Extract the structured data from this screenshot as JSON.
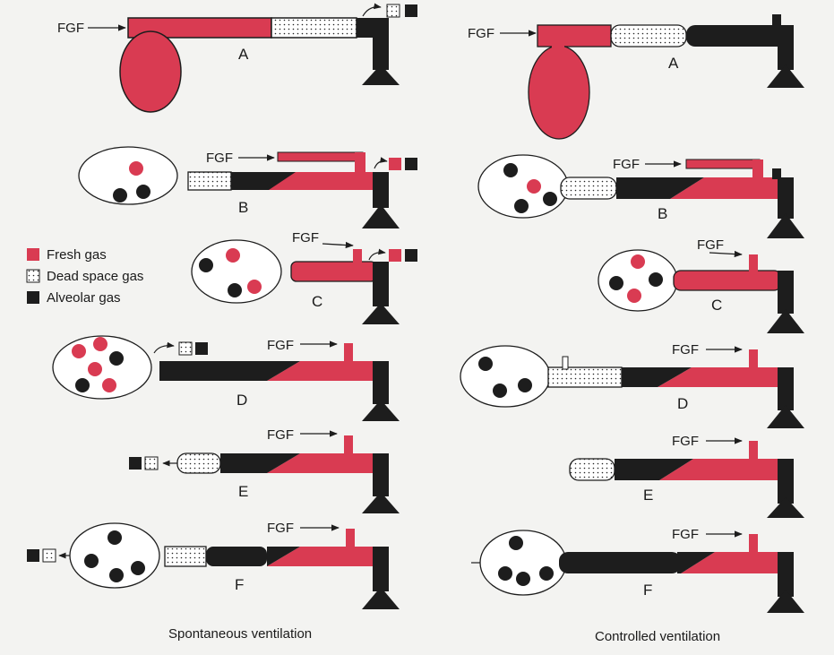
{
  "colors": {
    "fresh": "#d93b52",
    "alveolar": "#1d1d1d",
    "dead": "#ffffff",
    "outline": "#1d1d1d",
    "background": "#f3f3f1"
  },
  "fgf_label": "FGF",
  "legend": {
    "fresh": "Fresh gas",
    "dead": "Dead space gas",
    "alveolar": "Alveolar gas"
  },
  "captions": {
    "spontaneous": "Spontaneous ventilation",
    "controlled": "Controlled ventilation"
  },
  "stages": {
    "spontaneous": [
      {
        "label": "A"
      },
      {
        "label": "B"
      },
      {
        "label": "C"
      },
      {
        "label": "D"
      },
      {
        "label": "E"
      },
      {
        "label": "F"
      }
    ],
    "controlled": [
      {
        "label": "A"
      },
      {
        "label": "B"
      },
      {
        "label": "C"
      },
      {
        "label": "D"
      },
      {
        "label": "E"
      },
      {
        "label": "F"
      }
    ]
  }
}
